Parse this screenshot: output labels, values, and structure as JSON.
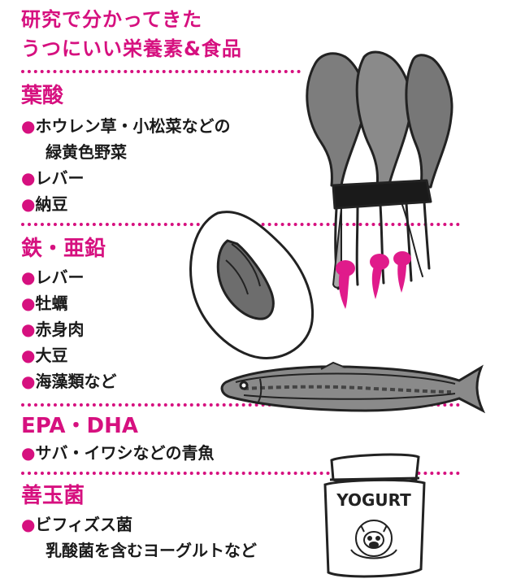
{
  "title": {
    "line1": "研究で分かってきた",
    "line2": "うつにいい栄養素&食品"
  },
  "bullet": "●",
  "sections": [
    {
      "heading": "葉酸",
      "items": [
        "ホウレン草・小松菜などの",
        "レバー",
        "納豆"
      ],
      "continuation": "緑黄色野菜"
    },
    {
      "heading": "鉄・亜鉛",
      "items": [
        "レバー",
        "牡蠣",
        "赤身肉",
        "大豆",
        "海藻類など"
      ]
    },
    {
      "heading": "EPA・DHA",
      "items": [
        "サバ・イワシなどの青魚"
      ]
    },
    {
      "heading": "善玉菌",
      "items": [
        "ビフィズス菌"
      ],
      "continuation": "乳酸菌を含むヨーグルトなど"
    }
  ],
  "yogurt_label": "YOGURT",
  "colors": {
    "accent": "#d6107f",
    "text": "#1a1a1a",
    "ink": "#222222",
    "gray_wash": "#8a8a8a"
  },
  "icons": [
    "spinach-icon",
    "oyster-icon",
    "fish-icon",
    "yogurt-icon"
  ]
}
